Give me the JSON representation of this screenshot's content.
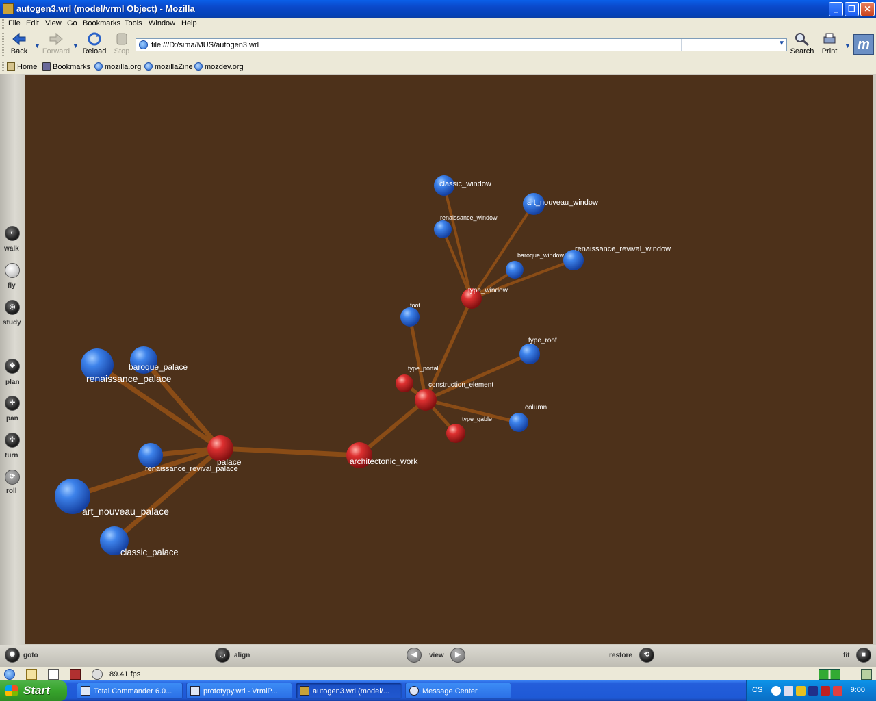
{
  "window": {
    "title": "autogen3.wrl (model/vrml Object) - Mozilla",
    "controls": {
      "minimize": "_",
      "maximize": "❐",
      "close": "✕"
    }
  },
  "menu": {
    "items": [
      "File",
      "Edit",
      "View",
      "Go",
      "Bookmarks",
      "Tools",
      "Window",
      "Help"
    ]
  },
  "nav": {
    "back": "Back",
    "forward": "Forward",
    "reload": "Reload",
    "stop": "Stop",
    "search": "Search",
    "print": "Print",
    "url": "file:///D:/sima/MUS/autogen3.wrl"
  },
  "personal": {
    "items": [
      "Home",
      "Bookmarks",
      "mozilla.org",
      "mozillaZine",
      "mozdev.org"
    ]
  },
  "viewer": {
    "left_buttons": [
      "walk",
      "fly",
      "study",
      "plan",
      "pan",
      "turn",
      "roll"
    ],
    "bottom_buttons": {
      "goto": "goto",
      "align": "align",
      "view": "view",
      "restore": "restore",
      "fit": "fit"
    },
    "scene_bg": "#4d311a",
    "node_colors": {
      "hub": "#cc2a2a",
      "leaf": "#2f72dc"
    },
    "edge_color": "#8a4c16",
    "labels": {
      "classic_window": "classic_window",
      "art_nouveau_window": "art_nouveau_window",
      "renaissance_window": "renaissance_window",
      "renaissance_revival_window": "renaissance_revival_window",
      "baroque_window": "baroque_window",
      "type_window": "type_window",
      "foot": "foot",
      "type_roof": "type_roof",
      "type_portal": "type_portal",
      "construction_element": "construction_element",
      "column": "column",
      "type_gable": "type_gable",
      "architectonic_work": "architectonic_work",
      "palace": "palace",
      "baroque_palace": "baroque_palace",
      "renaissance_palace": "renaissance_palace",
      "renaissance_revival_palace": "renaissance_revival_palace",
      "art_nouveau_palace": "art_nouveau_palace",
      "classic_palace": "classic_palace"
    }
  },
  "status": {
    "fps": "89.41 fps"
  },
  "taskbar": {
    "start": "Start",
    "tasks": [
      "Total Commander 6.0...",
      "prototypy.wrl - VrmlP...",
      "autogen3.wrl (model/...",
      "Message Center"
    ],
    "lang": "CS",
    "clock": "9:00"
  }
}
